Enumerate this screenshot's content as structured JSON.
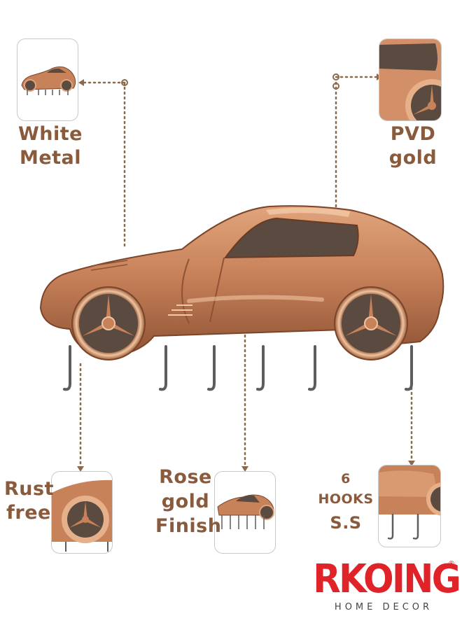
{
  "callouts": {
    "white_metal": [
      "White",
      "Metal"
    ],
    "pvd_gold": [
      "PVD",
      "gold"
    ],
    "rust_free": [
      "Rust",
      "free"
    ],
    "rose_gold": [
      "Rose",
      "gold",
      "Finish"
    ],
    "hooks": [
      "6",
      "HOOKS",
      "S.S"
    ]
  },
  "brand": {
    "name": "RKOING",
    "registered_mark": "®",
    "tagline": "HOME DECOR"
  },
  "colors": {
    "label": "#8a5a3c",
    "brand_red": "#e02229",
    "copper": "#c8825a",
    "window": "#5a4a40",
    "hook": "#6b6b6b",
    "dotted_line": "#8a6a4a"
  },
  "product": {
    "hook_count": 6
  }
}
